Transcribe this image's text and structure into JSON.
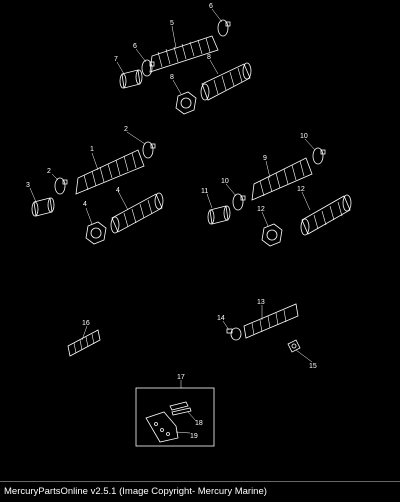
{
  "diagram": {
    "callouts": {
      "c1": "1",
      "c2a": "2",
      "c2b": "2",
      "c3": "3",
      "c4a": "4",
      "c4b": "4",
      "c5": "5",
      "c6a": "6",
      "c6b": "6",
      "c7": "7",
      "c8a": "8",
      "c8b": "8",
      "c9": "9",
      "c10a": "10",
      "c10b": "10",
      "c11": "11",
      "c12a": "12",
      "c12b": "12",
      "c13": "13",
      "c14": "14",
      "c15": "15",
      "c16": "16",
      "c17": "17",
      "c18": "18",
      "c19": "19"
    }
  },
  "footer": {
    "text": "MercuryPartsOnline v2.5.1 (Image Copyright- Mercury Marine)"
  }
}
